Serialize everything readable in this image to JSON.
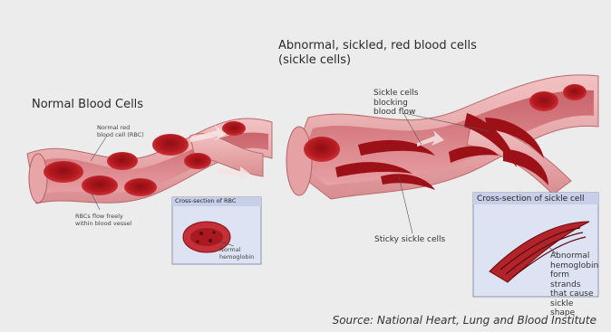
{
  "normal": {
    "title": "Normal Blood Cells",
    "rbc_label": "Normal red blood cell (RBC)",
    "flow_label": "RBCs flow freely within blood vessel",
    "box_title": "Cross-section of RBC",
    "hemoglobin_label": "Normal hemoglobin"
  },
  "sickle": {
    "title_line1": "Abnormal, sickled, red blood cells",
    "title_line2": "(sickle cells)",
    "blocking_label": "Sickle cells blocking blood flow",
    "sticky_label": "Sticky sickle cells",
    "box_title": "Cross-section of sickle cell",
    "abnormal_label": "Abnormal hemoglobin form strands that cause sickle shape"
  },
  "source": "Source: National Heart, Lung and Blood Institute",
  "colors": {
    "vessel": "#e8a4a6",
    "vessel_inner": "#d77c80",
    "cell": "#b0161d",
    "cell_dark": "#7d0c10",
    "box": "#dfe4f2"
  }
}
